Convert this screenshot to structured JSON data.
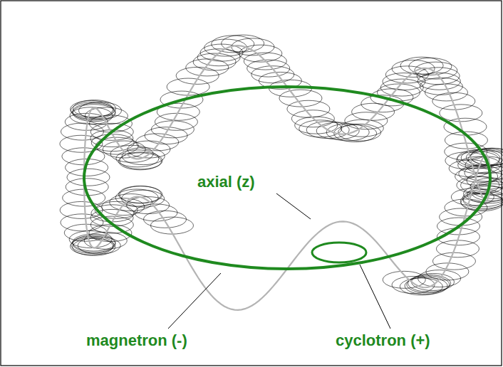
{
  "diagram": {
    "labels": [
      "axial (z)",
      "magnetron (-)",
      "cyclotron (+)"
    ]
  }
}
